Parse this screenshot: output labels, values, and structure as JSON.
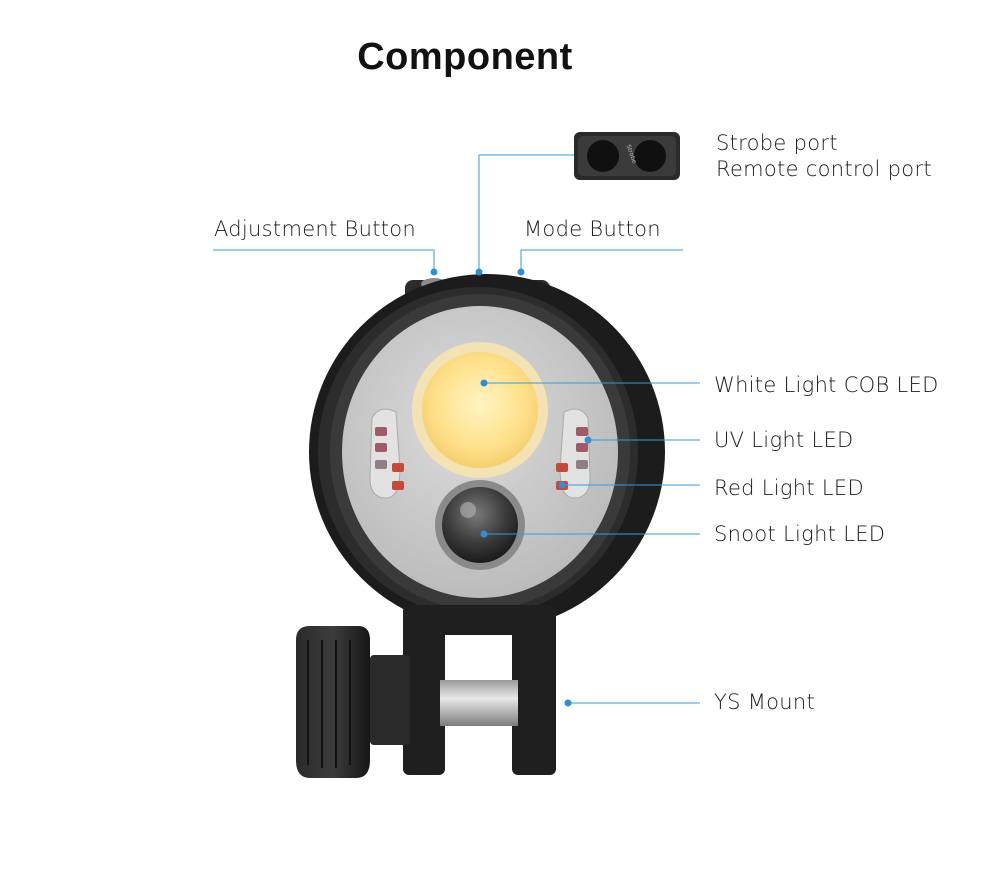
{
  "title": "Component",
  "port_labels": [
    "Strobe port",
    "Remote control port"
  ],
  "labels": {
    "adjustment": "Adjustment  Button",
    "mode": "Mode Button",
    "cob": "White Light COB LED",
    "uv": "UV Light LED",
    "red": "Red Light LED",
    "snoot": "Snoot Light LED",
    "mount": "YS Mount"
  },
  "colors": {
    "leader": "#3a9ad9",
    "dot": "#2f8fd6",
    "cob": "#ffe08a",
    "body": "#1c1c1c",
    "face": "#c9c9c9"
  }
}
